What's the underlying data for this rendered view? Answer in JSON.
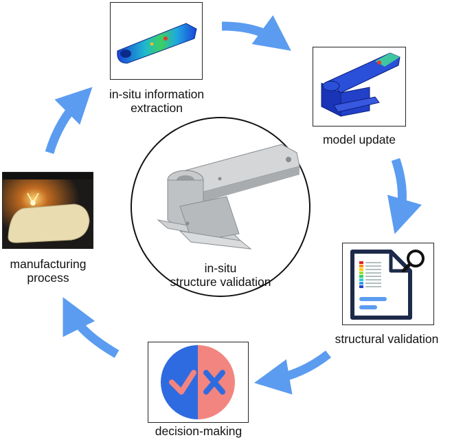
{
  "center": {
    "title_line1": "in-situ",
    "title_line2": "structure validation"
  },
  "steps": [
    {
      "line1": "in-situ information",
      "line2": "extraction"
    },
    {
      "line1": "model update",
      "line2": ""
    },
    {
      "line1": "structural validation",
      "line2": ""
    },
    {
      "line1": "decision-making",
      "line2": ""
    },
    {
      "line1": "manufacturing",
      "line2": "process"
    }
  ],
  "colors": {
    "arrow": "#5b9cf0",
    "decision_left": "#2f6be0",
    "decision_right": "#f2857f",
    "fem_blue": "#1f3fc8",
    "doc_outline": "#1d2a4a"
  },
  "icons": {
    "extraction": "fem-stress-part-icon",
    "model": "fem-model-part-icon",
    "validation": "document-search-icon",
    "decision": "check-cross-icon",
    "manufacturing": "printer-build-chamber-icon",
    "center": "metal-bracket-part-icon"
  }
}
